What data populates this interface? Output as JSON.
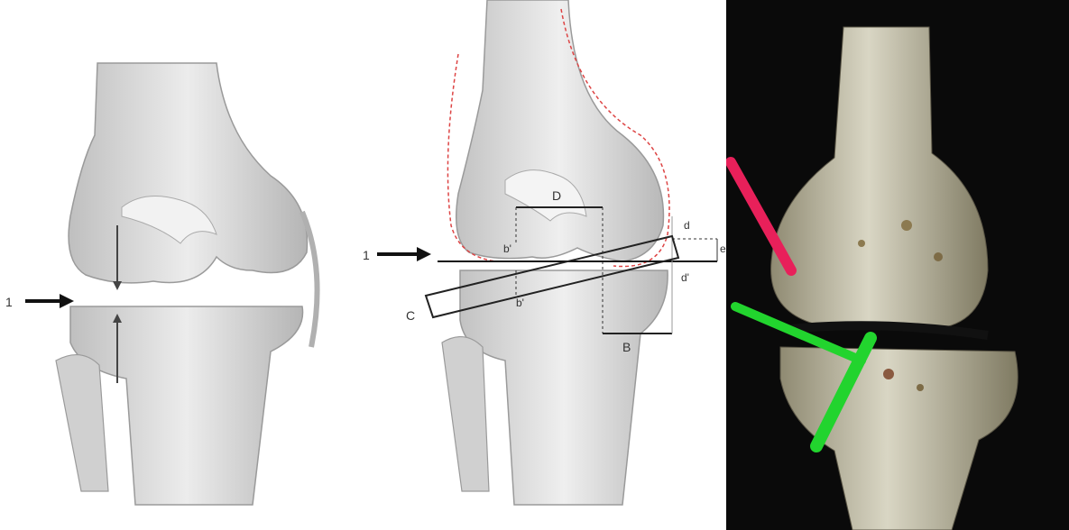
{
  "left_panel": {
    "arrow_label": "1"
  },
  "middle_panel": {
    "arrow_label": "1",
    "labels": {
      "D": "D",
      "b_prime_upper": "b'",
      "b_prime_lower": "b'",
      "d": "d",
      "d_prime": "d'",
      "e": "e",
      "C": "C",
      "B": "B"
    }
  },
  "right_panel": {
    "markers": [
      {
        "color": "#e8205a"
      },
      {
        "color": "#22d42e"
      }
    ]
  }
}
